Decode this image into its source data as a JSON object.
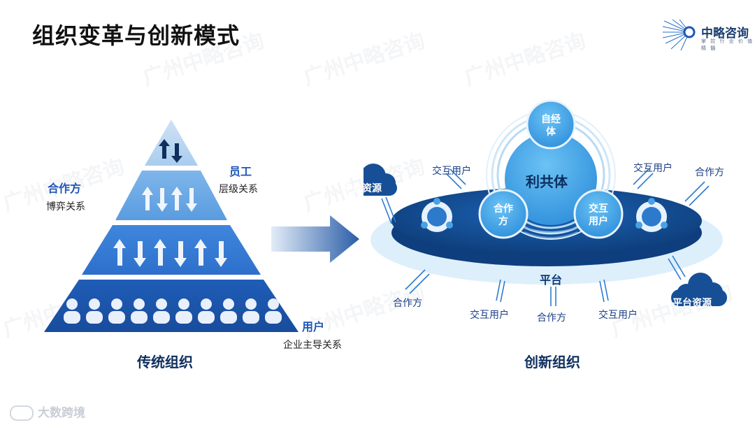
{
  "title": "组织变革与创新模式",
  "logo": {
    "name": "中略咨询",
    "tagline": "掌 控 行 业 价 值 精 髓"
  },
  "watermark": "广州中略咨询",
  "left": {
    "caption": "传统组织",
    "labels": {
      "partner": "合作方",
      "partner_sub": "博弈关系",
      "employee": "员工",
      "employee_sub": "层级关系",
      "user": "用户",
      "user_sub": "企业主导关系"
    }
  },
  "right": {
    "caption": "创新组织",
    "center": "利共体",
    "self_unit": "自经\n体",
    "partner_circle": "合作\n方",
    "user_circle": "交互\n用户",
    "platform": "平台",
    "cloud_left": "平台资源",
    "cloud_right": "平台资源",
    "around": {
      "top_left": "交互用户",
      "top_right": "交互用户",
      "right_top": "合作方",
      "left_bottom": "合作方",
      "bottom_1": "交互用户",
      "bottom_2": "合作方",
      "bottom_3": "交互用户"
    }
  },
  "footer": "大数跨境",
  "colors": {
    "dark_navy": "#0f3a78",
    "mid_blue": "#2b7bd3",
    "light_blue": "#9fd0f3",
    "label_blue": "#1f56b8"
  }
}
